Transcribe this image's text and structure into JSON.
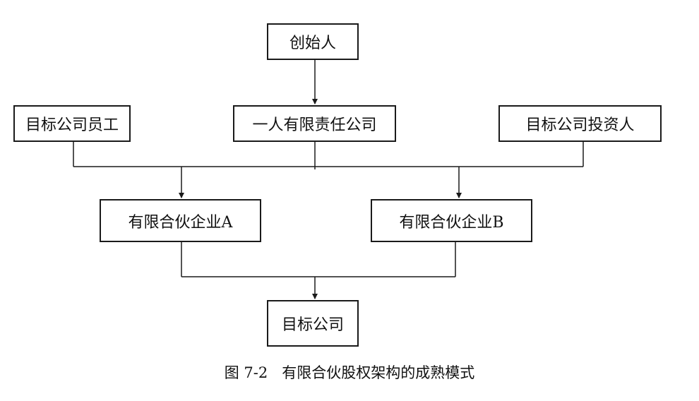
{
  "nodes": {
    "founder": "创始人",
    "target_employees": "目标公司员工",
    "sole_llc": "一人有限责任公司",
    "target_investors": "目标公司投资人",
    "lp_a": "有限合伙企业A",
    "lp_b": "有限合伙企业B",
    "target_company": "目标公司"
  },
  "caption": "图 7-2   有限合伙股权架构的成熟模式",
  "colors": {
    "line": "#1a1a1a",
    "box_border": "#1a1a1a",
    "background": "#ffffff"
  }
}
